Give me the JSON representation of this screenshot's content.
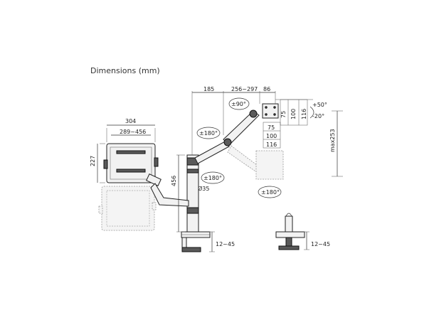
{
  "diagram": {
    "title": "Dimensions (mm)",
    "labels": {
      "laptop_width": "304",
      "laptop_range": "289~456",
      "laptop_height": "227",
      "arm_reach_1": "185",
      "arm_reach_2": "256~297",
      "vesa_depth": "86",
      "tilt_up": "+50°",
      "tilt_down": "-20°",
      "rotate_90": "±90°",
      "swivel_180_top": "±180°",
      "swivel_180_mid": "±180°",
      "swivel_180_bottom": "±180°",
      "pole_height": "456",
      "pole_diameter": "Ø35",
      "max_height": "max253",
      "clamp_range_left": "12~45",
      "clamp_range_right": "12~45",
      "vesa_75_v": "75",
      "vesa_100_v": "100",
      "vesa_116_v": "116",
      "vesa_75_h": "75",
      "vesa_100_h": "100",
      "vesa_116_h": "116"
    }
  }
}
